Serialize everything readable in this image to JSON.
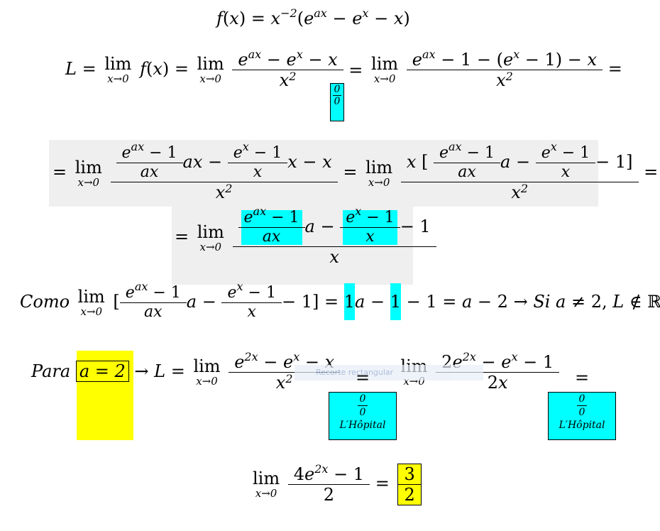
{
  "line1": {
    "fx": "f(x) = x",
    "exp": "−2",
    "rest": "(e",
    "ax": "ax",
    "rest2": " − e",
    "x": "x",
    "rest3": " − x)"
  },
  "line2": {
    "L": "L =",
    "lim": "lim",
    "sub": "x→0",
    "fx": "f(x) =",
    "num1": "e^ax − e^x − x",
    "den1": "x²",
    "eq_tag": "0/0",
    "num2": "e^ax − 1 − (e^x − 1) − x",
    "den2": "x²",
    "end": "="
  },
  "line3": {
    "num1a": "e^ax − 1",
    "den1a": "ax",
    "mid1": "ax −",
    "num1b": "e^x − 1",
    "den1b": "x",
    "tail1": "x − x",
    "den1": "x²",
    "num2pre": "x",
    "num2a": "e^ax − 1",
    "den2a": "ax",
    "mid2": "a −",
    "num2b": "e^x − 1",
    "den2b": "x",
    "tail2": "− 1",
    "den2": "x²"
  },
  "line4": {
    "num_a": "e^ax − 1",
    "den_a": "ax",
    "mid": "a −",
    "num_b": "e^x − 1",
    "den_b": "x",
    "tail": "− 1",
    "den": "x"
  },
  "line5": {
    "como": "Como",
    "num_a": "e^ax − 1",
    "den_a": "ax",
    "mid": "a −",
    "num_b": "e^x − 1",
    "den_b": "x",
    "tail": "− 1]",
    "eq": "=",
    "one1": "1",
    "a1": "a −",
    "one2": "1",
    "rest": "− 1 = a − 2 → Si a ≠ 2, L ∉ ℝ."
  },
  "line6": {
    "para": "Para",
    "cond": "a = 2",
    "arrow": "→ L =",
    "num1": "e^2x − e^x − x",
    "den1": "x²",
    "num2": "2e^2x − e^x − 1",
    "den2": "2x",
    "tag_top": "0",
    "tag_bot": "0",
    "tag_name": "L′Hôpital",
    "overlay": "Recorte rectangular"
  },
  "line7": {
    "lim": "lim",
    "sub": "x→0",
    "num": "4e^2x − 1",
    "den": "2",
    "eq": "=",
    "ans_num": "3",
    "ans_den": "2"
  }
}
